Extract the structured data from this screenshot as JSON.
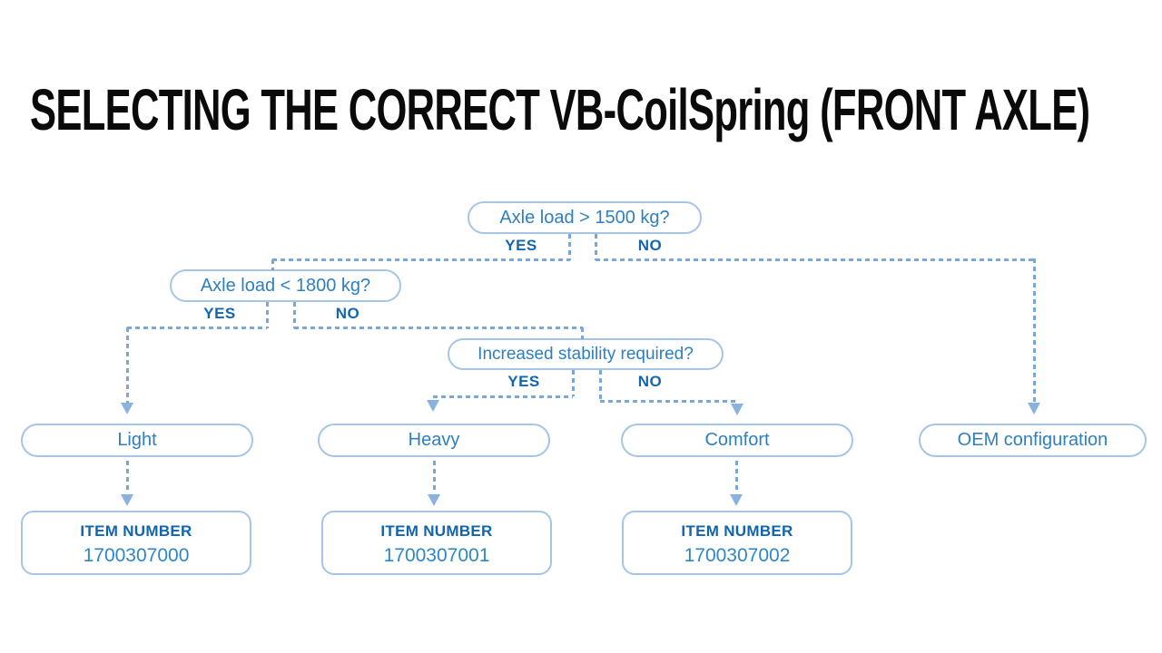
{
  "title": "SELECTING THE CORRECT VB-CoilSpring (FRONT AXLE)",
  "colors": {
    "title_text": "#0a0a0a",
    "node_border": "#a6c5e6",
    "node_text": "#2e7fc2",
    "yes_no_text": "#1266b0",
    "item_heading_text": "#1164ae",
    "item_number_text": "#2e86c8",
    "connector": "#7aa7d6",
    "arrowhead": "#8ab2de",
    "background": "#ffffff"
  },
  "flowchart": {
    "decisions": [
      {
        "question": "Axle load > 1500 kg?",
        "yes_label": "YES",
        "no_label": "NO"
      },
      {
        "question": "Axle load < 1800 kg?",
        "yes_label": "YES",
        "no_label": "NO"
      },
      {
        "question": "Increased stability required?",
        "yes_label": "YES",
        "no_label": "NO"
      }
    ],
    "outcomes": [
      {
        "label": "Light"
      },
      {
        "label": "Heavy"
      },
      {
        "label": "Comfort"
      },
      {
        "label": "OEM configuration"
      }
    ],
    "item_boxes": [
      {
        "heading": "ITEM NUMBER",
        "number": "1700307000"
      },
      {
        "heading": "ITEM NUMBER",
        "number": "1700307001"
      },
      {
        "heading": "ITEM NUMBER",
        "number": "1700307002"
      }
    ]
  }
}
